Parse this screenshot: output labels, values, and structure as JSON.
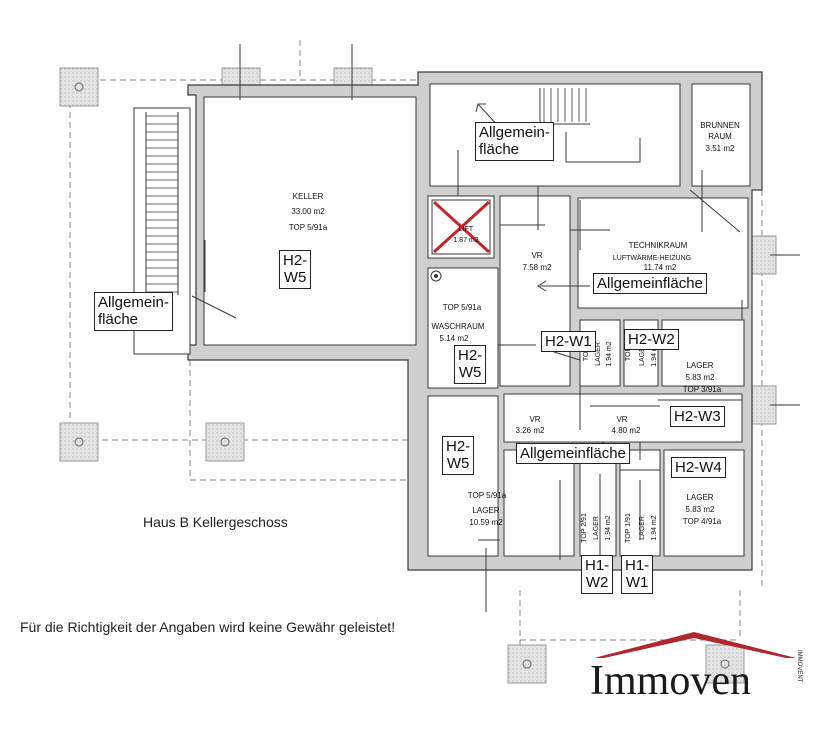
{
  "rooms": {
    "keller": {
      "name": "KELLER",
      "area": "33.00 m2",
      "top": "TOP 5/91a"
    },
    "brunnen": {
      "line1": "BRUNNEN",
      "line2": "RAUM",
      "area": "3.51 m2"
    },
    "lift": {
      "name": "LIFT",
      "area": "1.87 m2"
    },
    "vr_main": {
      "name": "VR",
      "area": "7.58 m2"
    },
    "technik": {
      "name": "TECHNIKRAUM",
      "sub": "LUFTWÄRME-HEIZUNG",
      "area": "11.74 m2"
    },
    "wasch": {
      "top": "TOP 5/91a",
      "name": "WASCHRAUM",
      "area": "5.14 m2"
    },
    "vr_small1": {
      "name": "VR",
      "area": "3.26 m2"
    },
    "vr_small2": {
      "name": "VR",
      "area": "4.80 m2"
    },
    "lager_w1": {
      "top": "TOP",
      "name": "LAGER",
      "area": "1.94 m2"
    },
    "lager_w2": {
      "top": "TOP",
      "name": "LAGER",
      "area": "1.94 m2"
    },
    "lager_31": {
      "name": "LAGER",
      "area": "5.83 m2",
      "top": "TOP 3/91a"
    },
    "lager_41": {
      "name": "LAGER",
      "area": "5.83 m2",
      "top": "TOP 4/91a"
    },
    "lager_big": {
      "top": "TOP 5/91a",
      "name": "LAGER",
      "area": "10.59 m2"
    },
    "lager_h2": {
      "top": "TOP 2/91",
      "name": "LAGER",
      "area": "1.94 m2"
    },
    "lager_h1": {
      "top": "TOP 1/91",
      "name": "LAGER",
      "area": "1.94 m2"
    }
  },
  "labels": {
    "allg_top": [
      "Allgemein-",
      "fläche"
    ],
    "allg_left": [
      "Allgemein-",
      "fläche"
    ],
    "allg_right": "Allgemeinfläche",
    "allg_mid": "Allgemeinfläche",
    "h2w5_a": [
      "H2-",
      "W5"
    ],
    "h2w5_b": [
      "H2-",
      "W5"
    ],
    "h2w5_c": [
      "H2-",
      "W5"
    ],
    "h2w1": "H2-W1",
    "h2w2": "H2-W2",
    "h2w3": "H2-W3",
    "h2w4": "H2-W4",
    "h1w2": [
      "H1-",
      "W2"
    ],
    "h1w1": [
      "H1-",
      "W1"
    ]
  },
  "caption": "Haus B Kellergeschoss",
  "disclaimer": "Für die Richtigkeit der Angaben wird keine Gewähr geleistet!",
  "logo": {
    "text": "Immoven",
    "vertical": "IMMOVENT",
    "roof_color": "#b0272d",
    "text_color": "#1a1a1a"
  },
  "colors": {
    "wall": "#3a3a3a",
    "wall_fill": "#cfcfcf",
    "dash": "#888888",
    "cross": "#c0282d"
  }
}
